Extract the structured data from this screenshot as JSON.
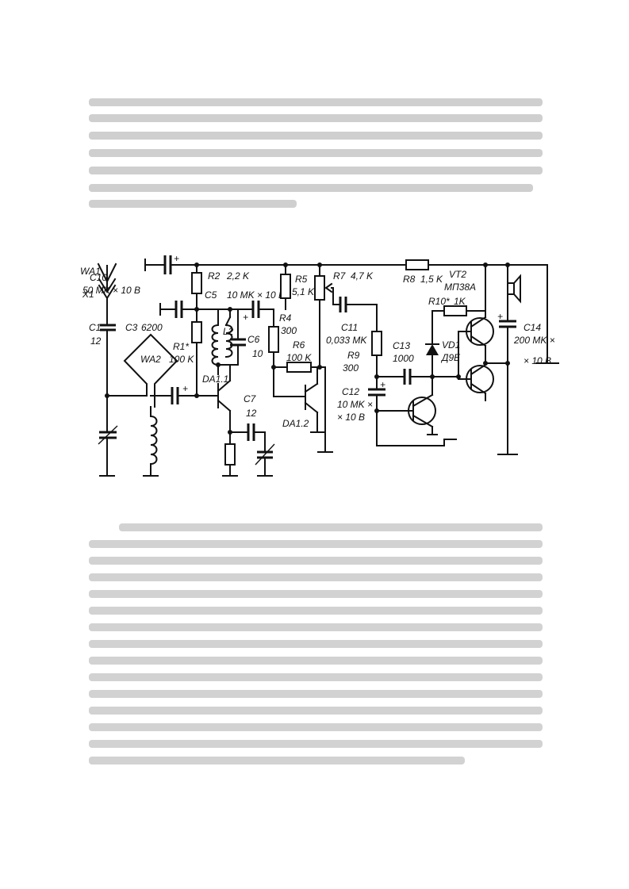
{
  "page": {
    "background": "#ffffff",
    "ink": "#111111",
    "blurred_text": "#c9c9c9"
  },
  "schematic": {
    "labels": {
      "wa1": "WA1",
      "x1": "X1",
      "c1": "C1",
      "c1v": "12",
      "c3": "C3",
      "c3v": "6200",
      "wa2": "WA2",
      "r1": "R1*",
      "r1v": "100 K",
      "c10": "C10",
      "c10v": "50 MK × 10 B",
      "r2": "R2",
      "r2v": "2,2 K",
      "c5": "C5",
      "c5v": "10 MK × 10 B",
      "l2": "L2",
      "c6": "C6",
      "c6v": "10",
      "da11": "DA1.1",
      "c7": "C7",
      "c7v": "12",
      "r4": "R4",
      "r4v": "300",
      "r6": "R6",
      "r6v": "100 K",
      "da12": "DA1.2",
      "r5": "R5",
      "r5v": "5,1 K",
      "r7": "R7",
      "r7v": "4,7 K",
      "c11": "C11",
      "c11v": "0,033 MK",
      "r9": "R9",
      "r9v": "300",
      "c12": "C12",
      "c12v": "10 MK ×",
      "c12v2": "× 10 B",
      "c13": "C13",
      "c13v": "1000",
      "r8": "R8",
      "r8v": "1,5 K",
      "vt2": "VT2",
      "vt2t": "MП38A",
      "r10": "R10*",
      "r10v": "1K",
      "vd1": "VD1",
      "vd1t": "Д9E",
      "c14": "C14",
      "c14v": "200 MK ×",
      "c14v2": "× 10 B"
    }
  }
}
